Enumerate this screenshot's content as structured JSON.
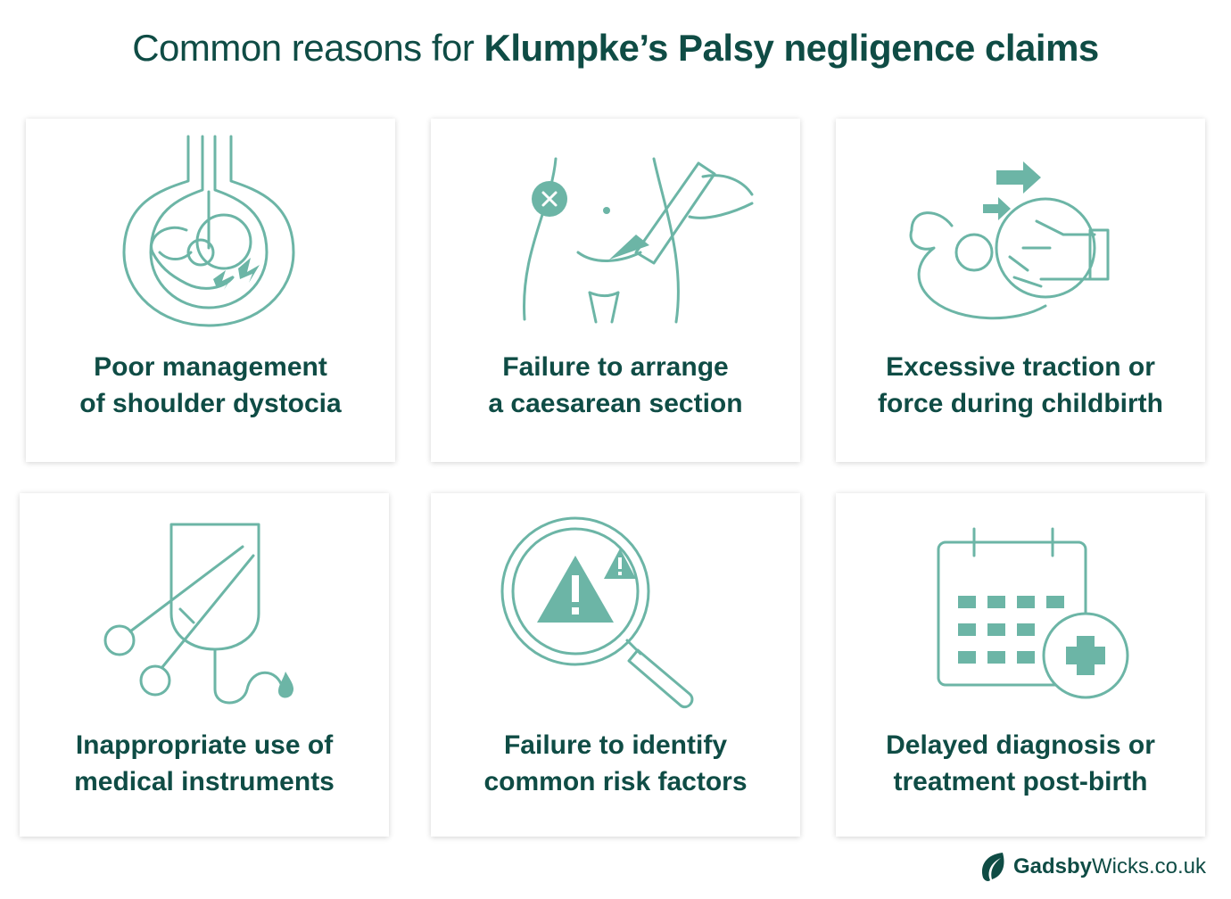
{
  "title": {
    "light": "Common reasons for ",
    "bold": "Klumpke’s Palsy negligence claims"
  },
  "cards": [
    {
      "icon": "womb-baby-icon",
      "line1": "Poor management",
      "line2": "of shoulder dystocia"
    },
    {
      "icon": "caesarean-scalpel-icon",
      "line1": "Failure to arrange",
      "line2": "a caesarean section"
    },
    {
      "icon": "traction-force-icon",
      "line1": "Excessive traction or",
      "line2": "force during childbirth"
    },
    {
      "icon": "medical-instruments-icon",
      "line1": "Inappropriate use of",
      "line2": "medical instruments"
    },
    {
      "icon": "risk-magnifier-icon",
      "line1": "Failure to identify",
      "line2": "common risk factors"
    },
    {
      "icon": "calendar-medical-icon",
      "line1": "Delayed diagnosis or",
      "line2": "treatment post-birth"
    }
  ],
  "logo": {
    "bold": "Gadsby",
    "light": "Wicks.co.uk"
  },
  "colors": {
    "text": "#0f4c45",
    "accent": "#6cb5a6"
  }
}
